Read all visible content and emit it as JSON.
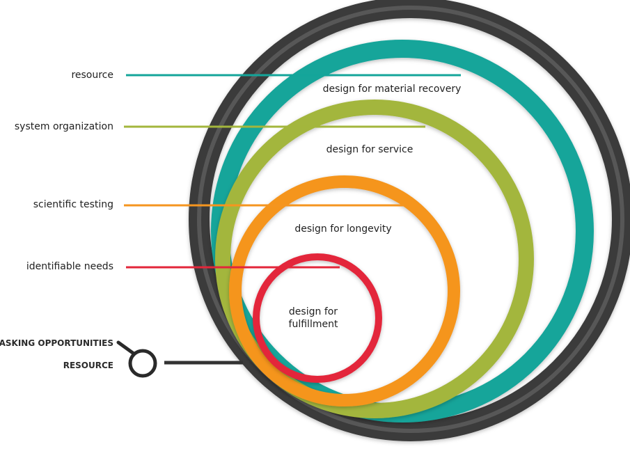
{
  "left_labels": {
    "resource": "resource",
    "system_organization": "system organization",
    "scientific_testing": "scientific testing",
    "identifiable_needs": "identifiable needs"
  },
  "ring_labels": {
    "material_recovery": "design for material recovery",
    "service": "design for service",
    "longevity": "design for longevity",
    "fulfillment_line1": "design for",
    "fulfillment_line2": "fulfillment"
  },
  "legend": {
    "tasking_opportunities": "TASKING OPPORTUNITIES",
    "resource": "RESOURCE"
  },
  "colors": {
    "outer_ring": "#3a3a3a",
    "teal": "#14a59a",
    "green": "#a3b63c",
    "orange": "#f5951f",
    "red": "#e3263a"
  },
  "icons": {
    "legend_marker": "magnifier-ring-icon"
  }
}
